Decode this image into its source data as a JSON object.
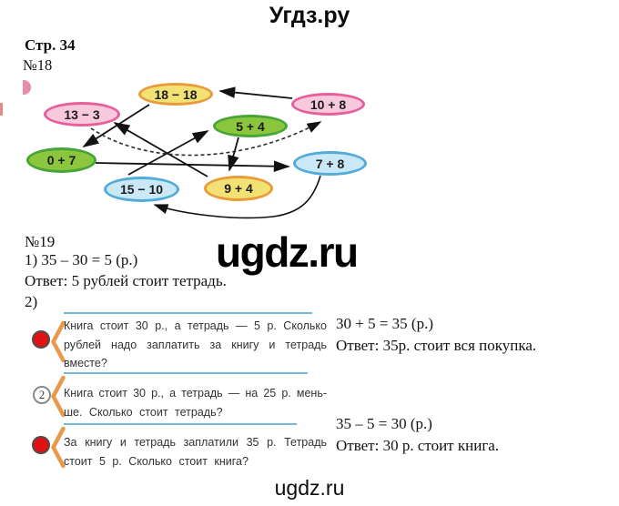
{
  "header": {
    "site_title": "Угдз.ру"
  },
  "page": {
    "page_label": "Стр. 34"
  },
  "task18": {
    "task_number": "№18",
    "ovals": [
      {
        "expr": "18 − 18",
        "color": "yellow"
      },
      {
        "expr": "13 − 3",
        "color": "pink"
      },
      {
        "expr": "10 + 8",
        "color": "pink"
      },
      {
        "expr": "5 + 4",
        "color": "green"
      },
      {
        "expr": "0 + 7",
        "color": "green"
      },
      {
        "expr": "7 + 8",
        "color": "blue"
      },
      {
        "expr": "15 − 10",
        "color": "blue"
      },
      {
        "expr": "9 + 4",
        "color": "yellow"
      }
    ],
    "arrows": [
      {
        "from": "10 + 8",
        "to": "18 − 18",
        "style": "solid"
      },
      {
        "from": "18 − 18",
        "to": "0 + 7",
        "style": "solid"
      },
      {
        "from": "0 + 7",
        "to": "7 + 8",
        "style": "solid"
      },
      {
        "from": "7 + 8",
        "to": "15 − 10",
        "style": "solid"
      },
      {
        "from": "15 − 10",
        "to": "5 + 4",
        "style": "solid"
      },
      {
        "from": "5 + 4",
        "to": "9 + 4",
        "style": "solid"
      },
      {
        "from": "9 + 4",
        "to": "13 − 3",
        "style": "solid"
      },
      {
        "from": "13 − 3",
        "to": "10 + 8",
        "style": "dashed"
      }
    ],
    "palette": {
      "yellow_fill": "#f2e174",
      "yellow_border": "#e89b3b",
      "pink_fill": "#f8c9dc",
      "pink_border": "#e65f9c",
      "green_fill": "#8cc63e",
      "green_border": "#47a437",
      "blue_fill": "#cbe8f7",
      "blue_border": "#52abd8"
    }
  },
  "task19": {
    "task_number": "№19",
    "part1": {
      "label_line": "1) 35 – 30 = 5 (р.)",
      "answer_line": "Ответ: 5 рублей стоит тетрадь."
    },
    "part2_label": "2)",
    "problems": [
      {
        "badge": "red-dot",
        "lines": [
          "Книга стоит 30 р., а тетрадь — 5 р. Сколько",
          "рублей надо заплатить за книгу и тетрадь",
          "вместе?"
        ]
      },
      {
        "badge": "2",
        "lines": [
          "Книга стоит 30 р., а тетрадь — на 25 р. мень-",
          "ше. Сколько стоит тетрадь?"
        ]
      },
      {
        "badge": "red-dot",
        "lines": [
          "За книгу и тетрадь заплатили 35 р. Тетрадь",
          "стоит 5 р. Сколько стоит книга?"
        ]
      }
    ],
    "solutions": [
      {
        "equation": "30 + 5 = 35 (р.)",
        "answer": "Ответ: 35р. стоит вся покупка."
      },
      {
        "equation": "35 – 5 = 30 (р.)",
        "answer": "Ответ: 30 р. стоит книга."
      }
    ],
    "accent_colors": {
      "divider_blue": "#73b9dc",
      "dot_red": "#e11212",
      "bracket_orange": "#e89a4a"
    }
  },
  "watermark": {
    "text": "ugdz.ru"
  },
  "footer": {
    "text": "ugdz.ru"
  }
}
